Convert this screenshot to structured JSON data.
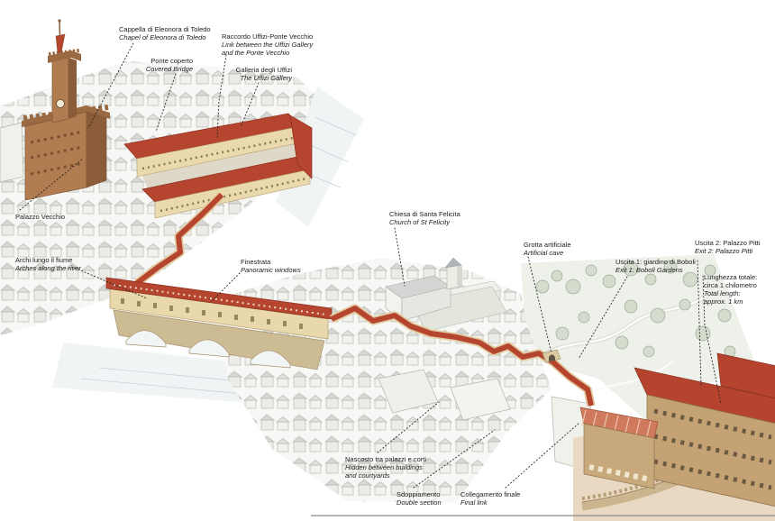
{
  "labels": {
    "cappella": {
      "it": "Cappella di Eleonora di Toledo",
      "en": "Chapel of Eleonora di Toledo"
    },
    "ponte_coperto": {
      "it": "Ponte coperto",
      "en": "Covered Bridge"
    },
    "raccordo": {
      "it": "Raccordo Uffizi-Ponte Vecchio",
      "en1": "Link between the Uffizi Gallery",
      "en2": "and the Ponte Vecchio"
    },
    "galleria": {
      "it": "Galleria degli Uffizi",
      "en": "The Uffizi Gallery"
    },
    "palazzo_vecchio": {
      "it": "Palazzo Vecchio"
    },
    "archi": {
      "it": "Archi lungo il fiume",
      "en": "Arches along the river"
    },
    "finestrata": {
      "it": "Finestrata",
      "en": "Panoramic windows"
    },
    "chiesa": {
      "it": "Chiesa di Santa Felicita",
      "en": "Church of St Felicity"
    },
    "grotta": {
      "it": "Grotta artificiale",
      "en": "Artificial cave"
    },
    "uscita1": {
      "it": "Uscita 1: giardino di Boboli",
      "en": "Exit 1: Boboli Gardens"
    },
    "uscita2": {
      "it": "Uscita 2: Palazzo Pitti",
      "en": "Exit 2: Palazzo Pitti"
    },
    "lunghezza": {
      "it1": "Lunghezza totale:",
      "it2": "circa 1 chilometro",
      "en1": "Total length:",
      "en2": "approx. 1 km"
    },
    "nascosto": {
      "it": "Nascosto tra palazzi e corti",
      "en1": "Hidden between buildings",
      "en2": "and courtyards"
    },
    "sdoppiamento": {
      "it": "Sdoppiamento",
      "en": "Double section"
    },
    "collegamento": {
      "it": "Collegamento finale",
      "en": "Final link"
    }
  },
  "colors": {
    "corridor_roof": "#b5452f",
    "bridge_stone": "#e8d8ab",
    "pitti_stone": "#c4a273",
    "sketch_city": "#dcdfdb",
    "garden_green": "#d6dccd",
    "label_text": "#1c1c1c"
  }
}
